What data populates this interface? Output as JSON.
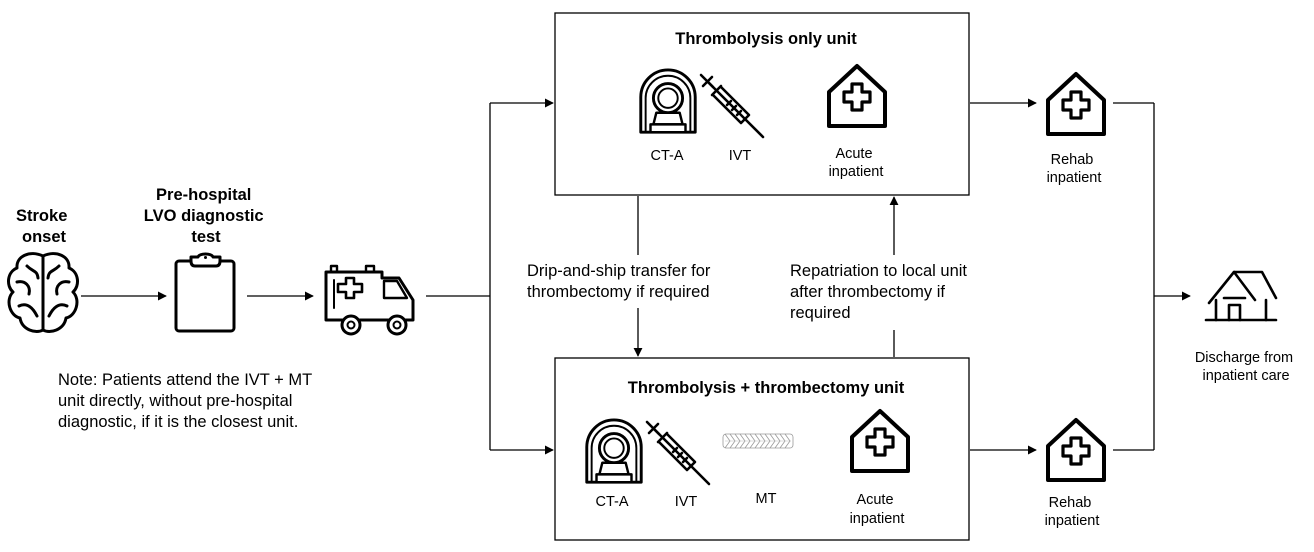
{
  "nodes": {
    "stroke_onset": [
      "Stroke",
      "onset"
    ],
    "pre_hospital_test": [
      "Pre-hospital",
      "LVO diagnostic",
      "test"
    ],
    "thrombolysis_only_unit": {
      "title": "Thrombolysis only unit",
      "ct_a": "CT-A",
      "ivt": "IVT",
      "acute_inpatient": [
        "Acute",
        "inpatient"
      ]
    },
    "thrombectomy_unit": {
      "title": "Thrombolysis + thrombectomy unit",
      "ct_a": "CT-A",
      "ivt": "IVT",
      "mt": "MT",
      "acute_inpatient": [
        "Acute",
        "inpatient"
      ]
    },
    "rehab_top": [
      "Rehab",
      "inpatient"
    ],
    "rehab_bottom": [
      "Rehab",
      "inpatient"
    ],
    "discharge": [
      "Discharge from",
      "inpatient care"
    ]
  },
  "edges": {
    "drip_and_ship": [
      "Drip-and-ship transfer for",
      "thrombectomy if required"
    ],
    "repatriation": [
      "Repatriation to local unit",
      "after thrombectomy if",
      "required"
    ]
  },
  "note": [
    "Note: Patients attend the IVT + MT",
    "unit directly, without pre-hospital",
    "diagnostic, if it is the closest unit."
  ],
  "icons": [
    "brain-icon",
    "clipboard-icon",
    "ambulance-icon",
    "ct-scanner-icon",
    "syringe-icon",
    "stent-icon",
    "hospital-icon",
    "home-icon"
  ]
}
